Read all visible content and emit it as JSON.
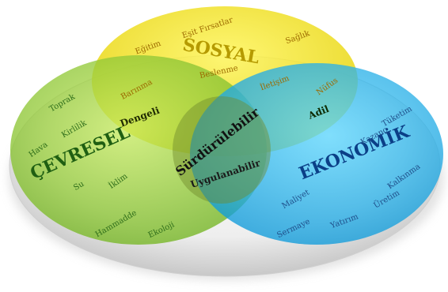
{
  "diagram": {
    "circles": {
      "social": {
        "title": "SOSYAL",
        "color": "#f2e61a"
      },
      "environmental": {
        "title": "ÇEVRESEL",
        "color": "#a6d832"
      },
      "economic": {
        "title": "EKONOMİK",
        "color": "#22b8ec"
      }
    },
    "intersections": {
      "social_environmental": "Dengeli",
      "social_economic": "Adil",
      "environmental_economic": "Uygulanabilir",
      "center": "Sürdürülebilir"
    },
    "terms": {
      "social": [
        "Eğitim",
        "Eşit Fırsatlar",
        "Sağlık",
        "Barınma",
        "Beslenme",
        "İletişim",
        "Nüfus"
      ],
      "environmental": [
        "Toprak",
        "Kirlilik",
        "Hava",
        "Su",
        "İklim",
        "Hammadde",
        "Ekoloji"
      ],
      "economic": [
        "Tüketim",
        "Kazanç",
        "Kalkınma",
        "Maliyet",
        "Üretim",
        "Sermaye",
        "Yatırım"
      ]
    }
  }
}
